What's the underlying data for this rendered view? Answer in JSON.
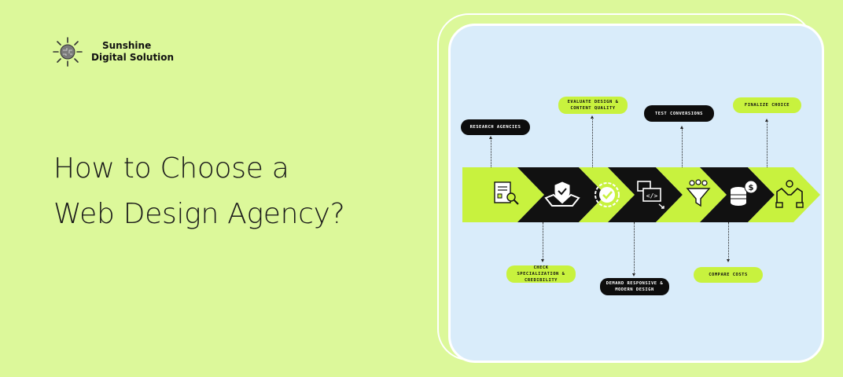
{
  "brand": {
    "line1": "Sunshine",
    "line2": "Digital Solution"
  },
  "headline": {
    "line1": "How to Choose a",
    "line2": "Web Design Agency?"
  },
  "colors": {
    "background": "#dcf89a",
    "card": "#d9ecfa",
    "lime": "#c8f23e",
    "dark": "#0d0d0d"
  },
  "steps": {
    "research": "RESEARCH AGENCIES",
    "check": "CHECK SPECIALIZATION & CREDIBILITY",
    "evaluate": "EVALUATE DESIGN & CONTENT QUALITY",
    "demand": "DEMAND RESPONSIVE & MODERN DESIGN",
    "test": "TEST CONVERSIONS",
    "compare": "COMPARE COSTS",
    "finalize": "FINALIZE CHOICE"
  },
  "icons": [
    "document-search-icon",
    "handshake-icon",
    "checkmark-badge-icon",
    "code-windows-icon",
    "team-funnel-icon",
    "coins-stack-icon",
    "agreement-icon"
  ]
}
